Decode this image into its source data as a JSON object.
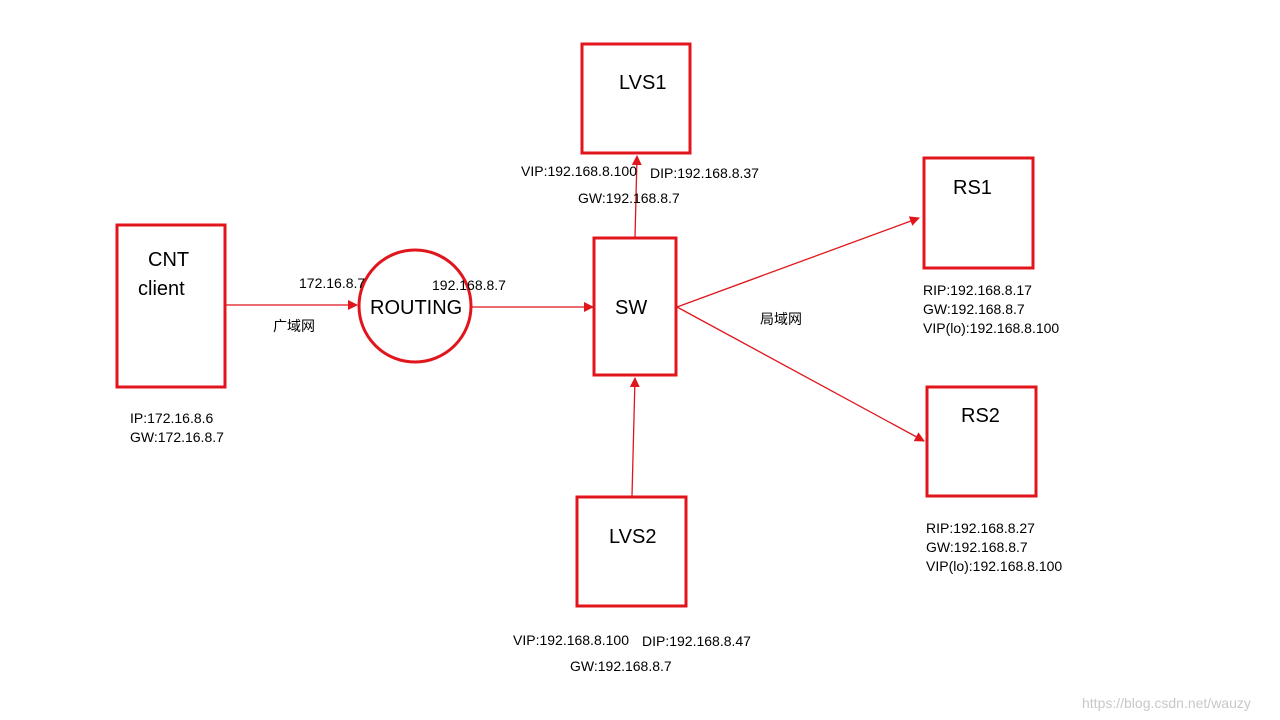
{
  "colors": {
    "stroke": "#e0161c",
    "text": "#000000",
    "watermark": "#c8c8c8"
  },
  "nodes": {
    "cnt": {
      "label_line1": "CNT",
      "label_line2": "client",
      "ip": "IP:172.16.8.6",
      "gw": "GW:172.16.8.7"
    },
    "routing": {
      "label": "ROUTING",
      "wan_ip": "172.16.8.7",
      "lan_ip": "192.168.8.7"
    },
    "sw": {
      "label": "SW"
    },
    "lvs1": {
      "label": "LVS1",
      "vip": "VIP:192.168.8.100",
      "dip": "DIP:192.168.8.37",
      "gw": "GW:192.168.8.7"
    },
    "lvs2": {
      "label": "LVS2",
      "vip": "VIP:192.168.8.100",
      "dip": "DIP:192.168.8.47",
      "gw": "GW:192.168.8.7"
    },
    "rs1": {
      "label": "RS1",
      "rip": "RIP:192.168.8.17",
      "gw": "GW:192.168.8.7",
      "vip": "VIP(lo):192.168.8.100"
    },
    "rs2": {
      "label": "RS2",
      "rip": "RIP:192.168.8.27",
      "gw": "GW:192.168.8.7",
      "vip": "VIP(lo):192.168.8.100"
    }
  },
  "edges": {
    "wan_label": "广域网",
    "lan_label": "局域网"
  },
  "watermark": "https://blog.csdn.net/wauzy"
}
